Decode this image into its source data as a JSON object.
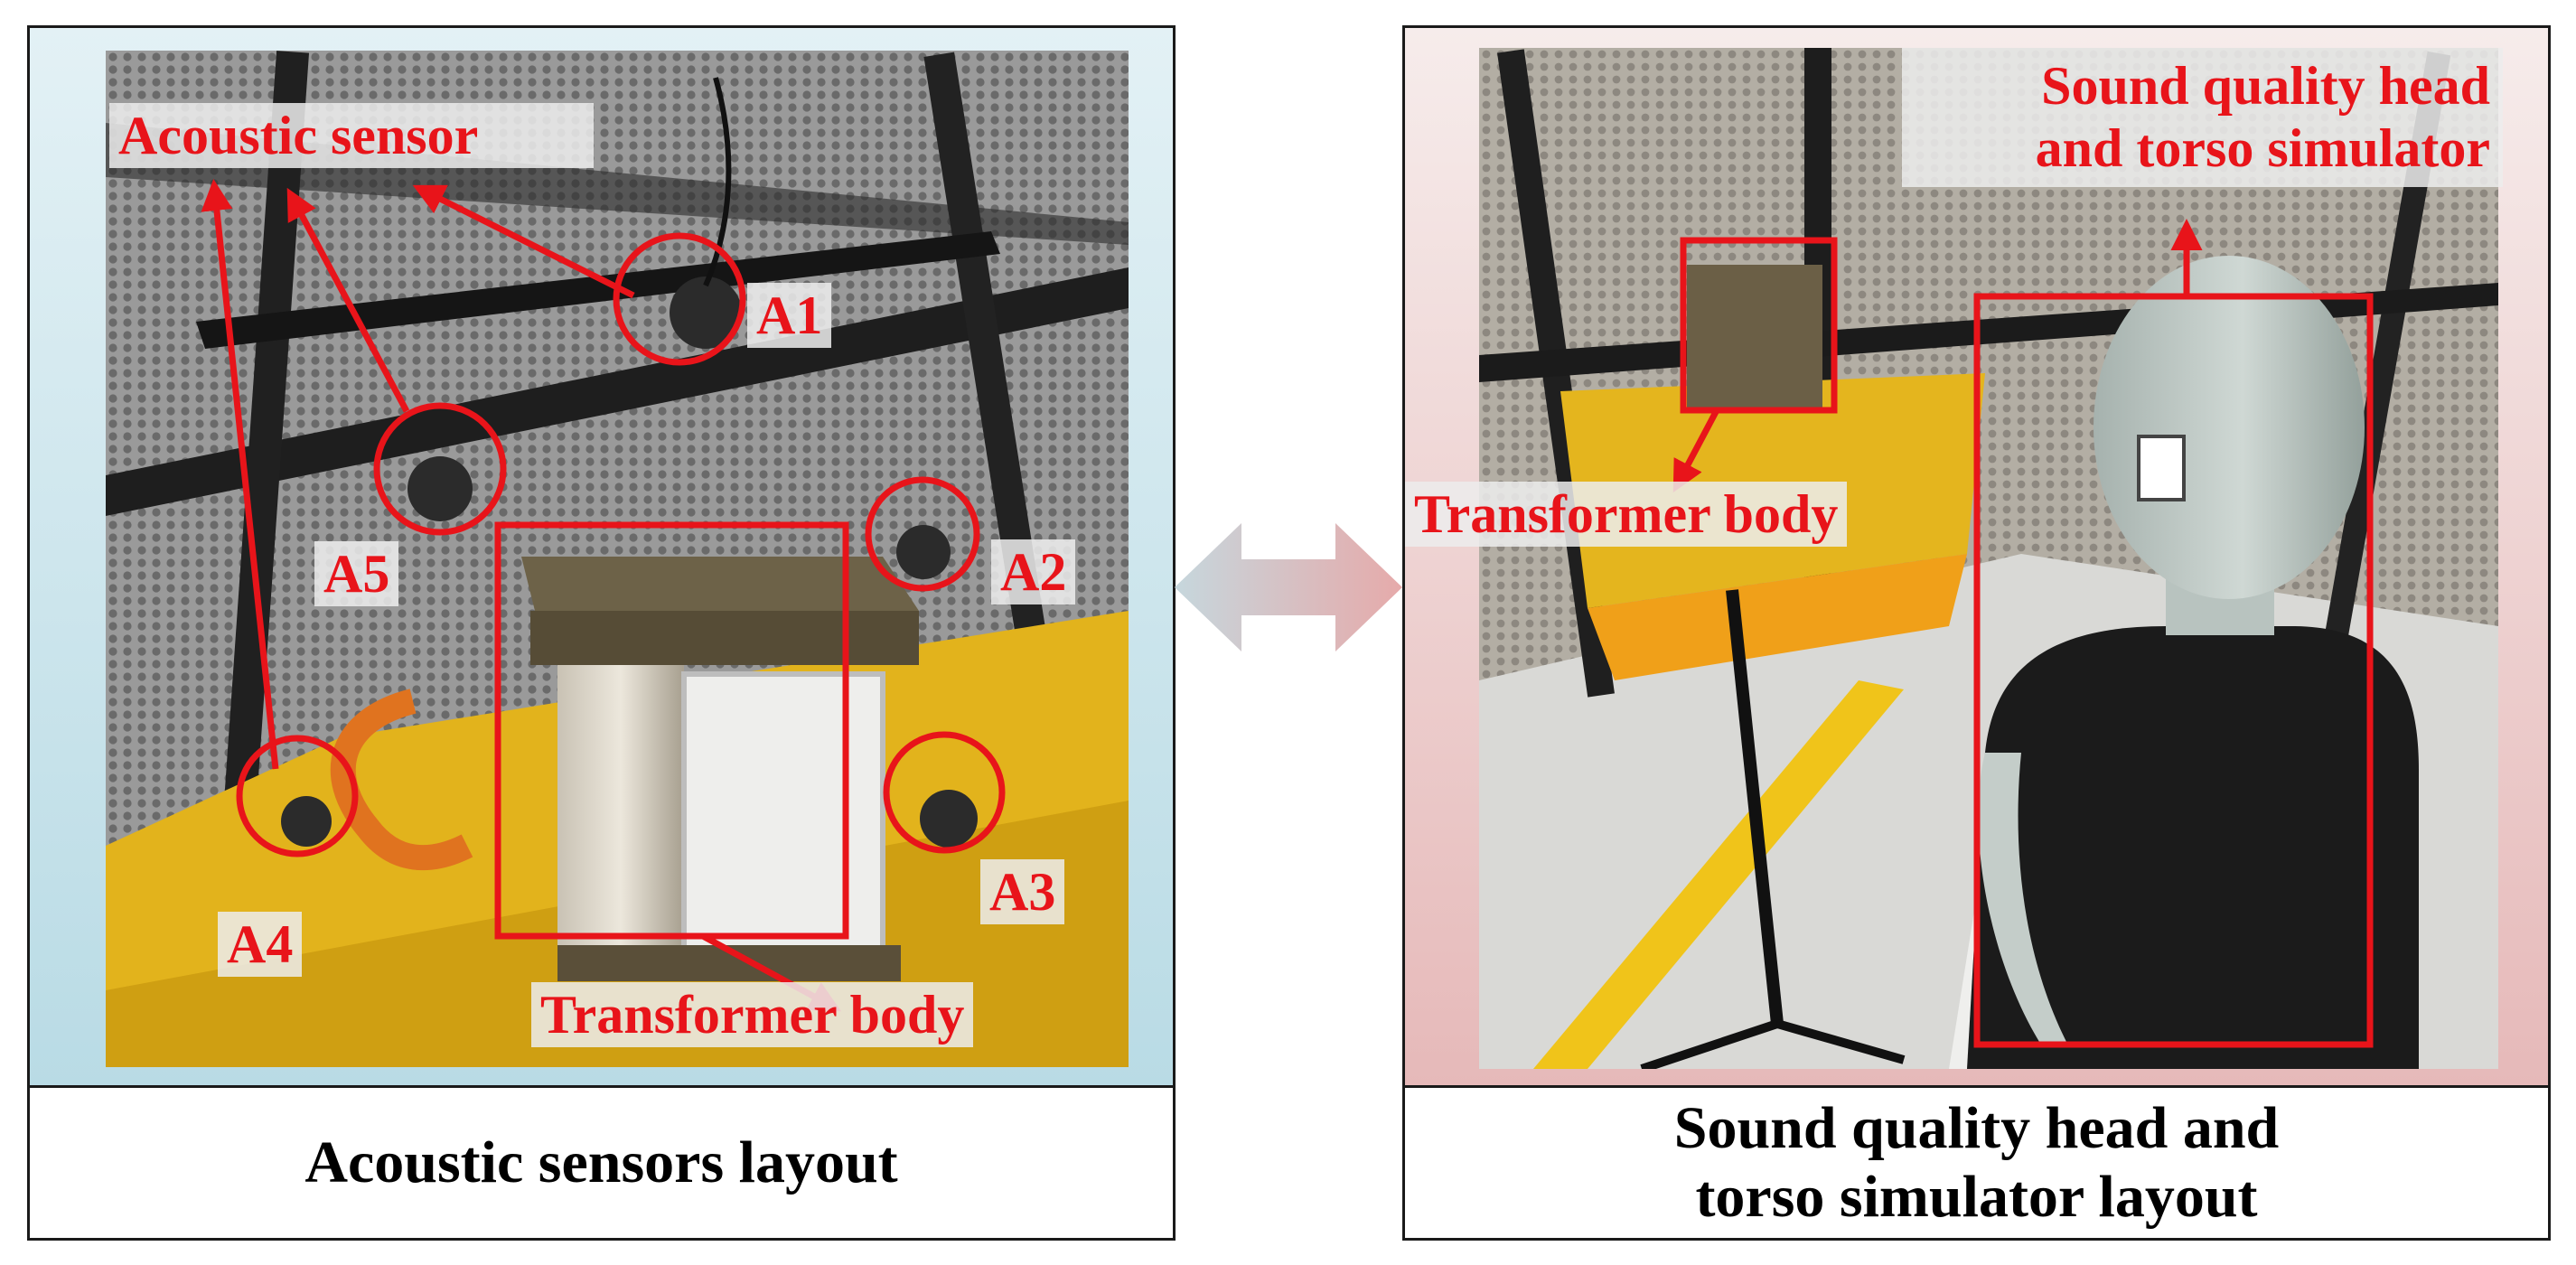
{
  "colors": {
    "annotation_red": "#e8141a",
    "arrow_left": "#c6d7dd",
    "arrow_right": "#e6aaaa"
  },
  "left_panel": {
    "caption": "Acoustic sensors layout",
    "labels": {
      "acoustic_sensor": "Acoustic sensor",
      "a1": "A1",
      "a2": "A2",
      "a3": "A3",
      "a4": "A4",
      "a5": "A5",
      "transformer_body": "Transformer body"
    }
  },
  "right_panel": {
    "caption_line1": "Sound quality head and",
    "caption_line2": "torso simulator layout",
    "labels": {
      "hats_line1": "Sound quality head",
      "hats_line2": "and torso simulator",
      "transformer_body": "Transformer body"
    }
  },
  "icons": {
    "center": "double-headed-arrow-icon"
  }
}
